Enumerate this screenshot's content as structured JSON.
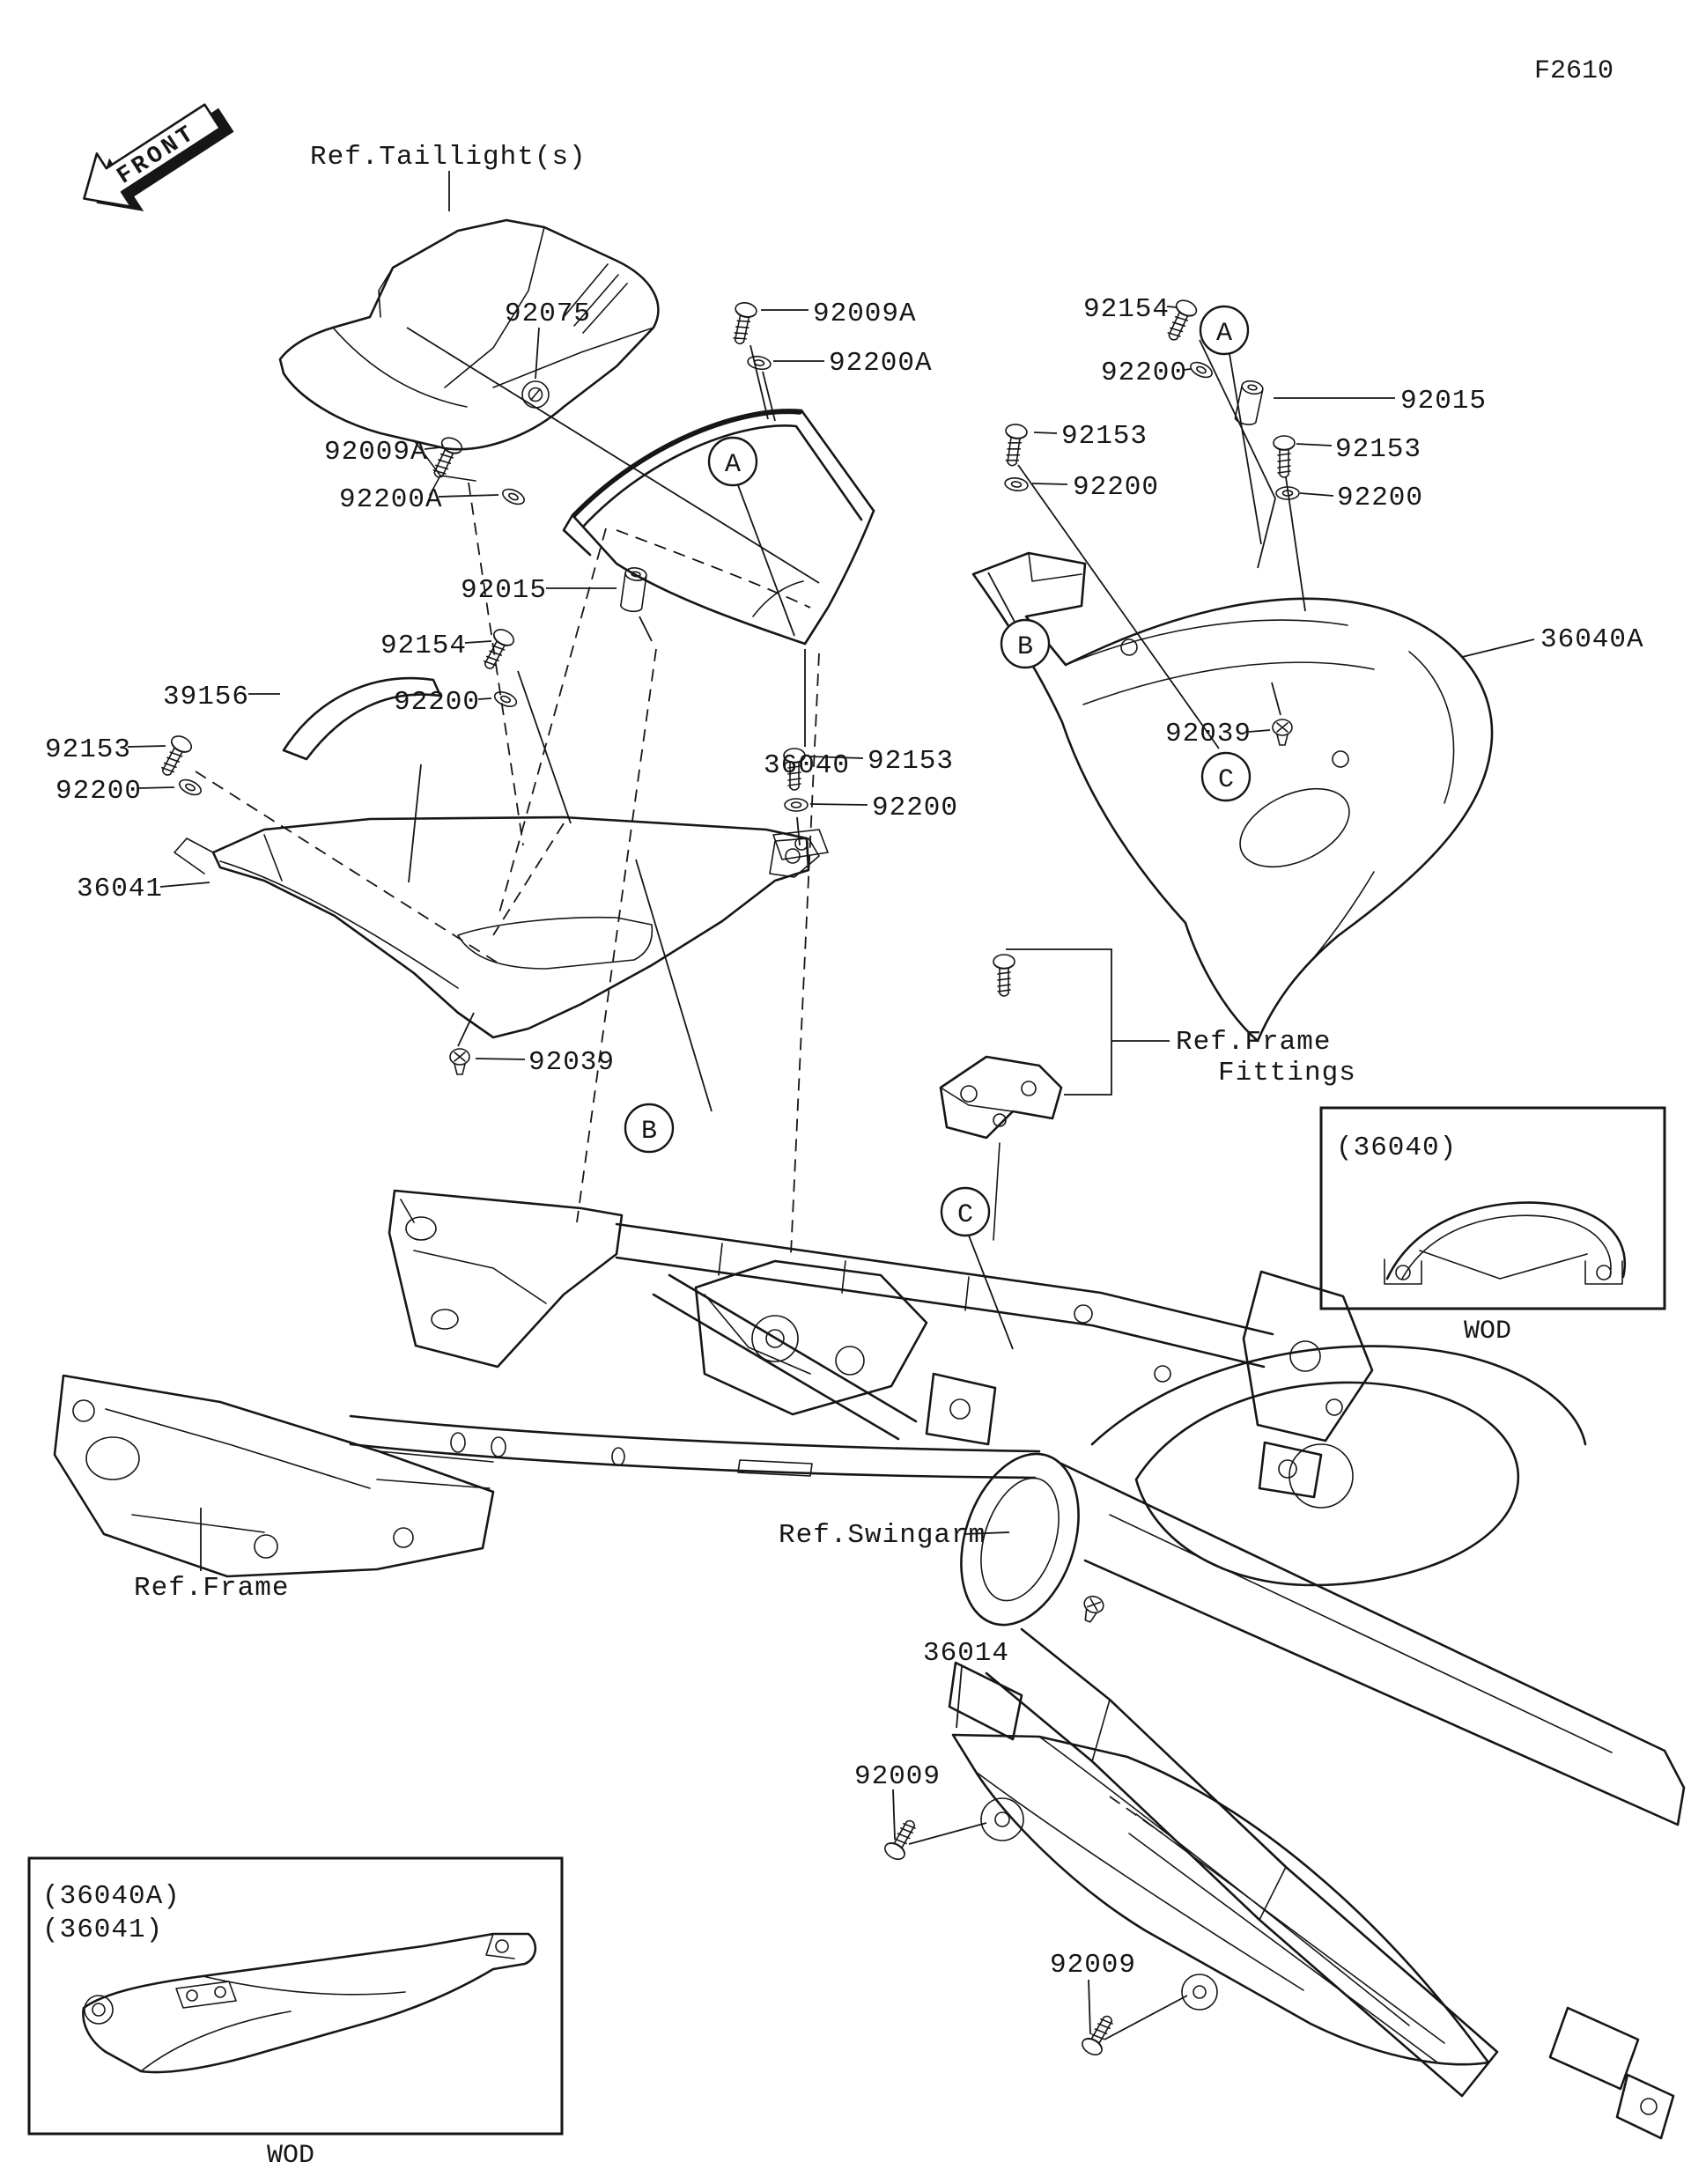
{
  "page": {
    "code": "F2610",
    "front_label": "FRONT"
  },
  "colors": {
    "ink": "#161616",
    "paper": "#ffffff"
  },
  "refs": {
    "taillight": "Ref.Taillight(s)",
    "frame_fittings_line1": "Ref.Frame",
    "frame_fittings_line2": "Fittings",
    "frame": "Ref.Frame",
    "swingarm": "Ref.Swingarm"
  },
  "callouts": {
    "a": "A",
    "b": "B",
    "c": "C"
  },
  "insets": {
    "seat_cowl": {
      "title": "(36040)",
      "caption": "WOD"
    },
    "side_covers": {
      "title_line1": "(36040A)",
      "title_line2": "(36041)",
      "caption": "WOD"
    }
  },
  "labels": {
    "p92075": "92075",
    "p92009a_top": "92009A",
    "p92200a_top": "92200A",
    "p92009a_left": "92009A",
    "p92200a_left": "92200A",
    "p92154_right": "92154",
    "p92200_right1": "92200",
    "p92015_right": "92015",
    "p92153_right_l": "92153",
    "p92200_right_l": "92200",
    "p92153_right_r": "92153",
    "p92200_right_r": "92200",
    "p36040a": "36040A",
    "p92039_right": "92039",
    "p92015_left": "92015",
    "p92154_left": "92154",
    "p92200_left2": "92200",
    "p36040": "36040",
    "p39156": "39156",
    "p92153_left": "92153",
    "p92200_left": "92200",
    "p36041": "36041",
    "p92153_center": "92153",
    "p92200_center": "92200",
    "p92039_left": "92039",
    "p36014": "36014",
    "p92009_1": "92009",
    "p92009_2": "92009"
  }
}
